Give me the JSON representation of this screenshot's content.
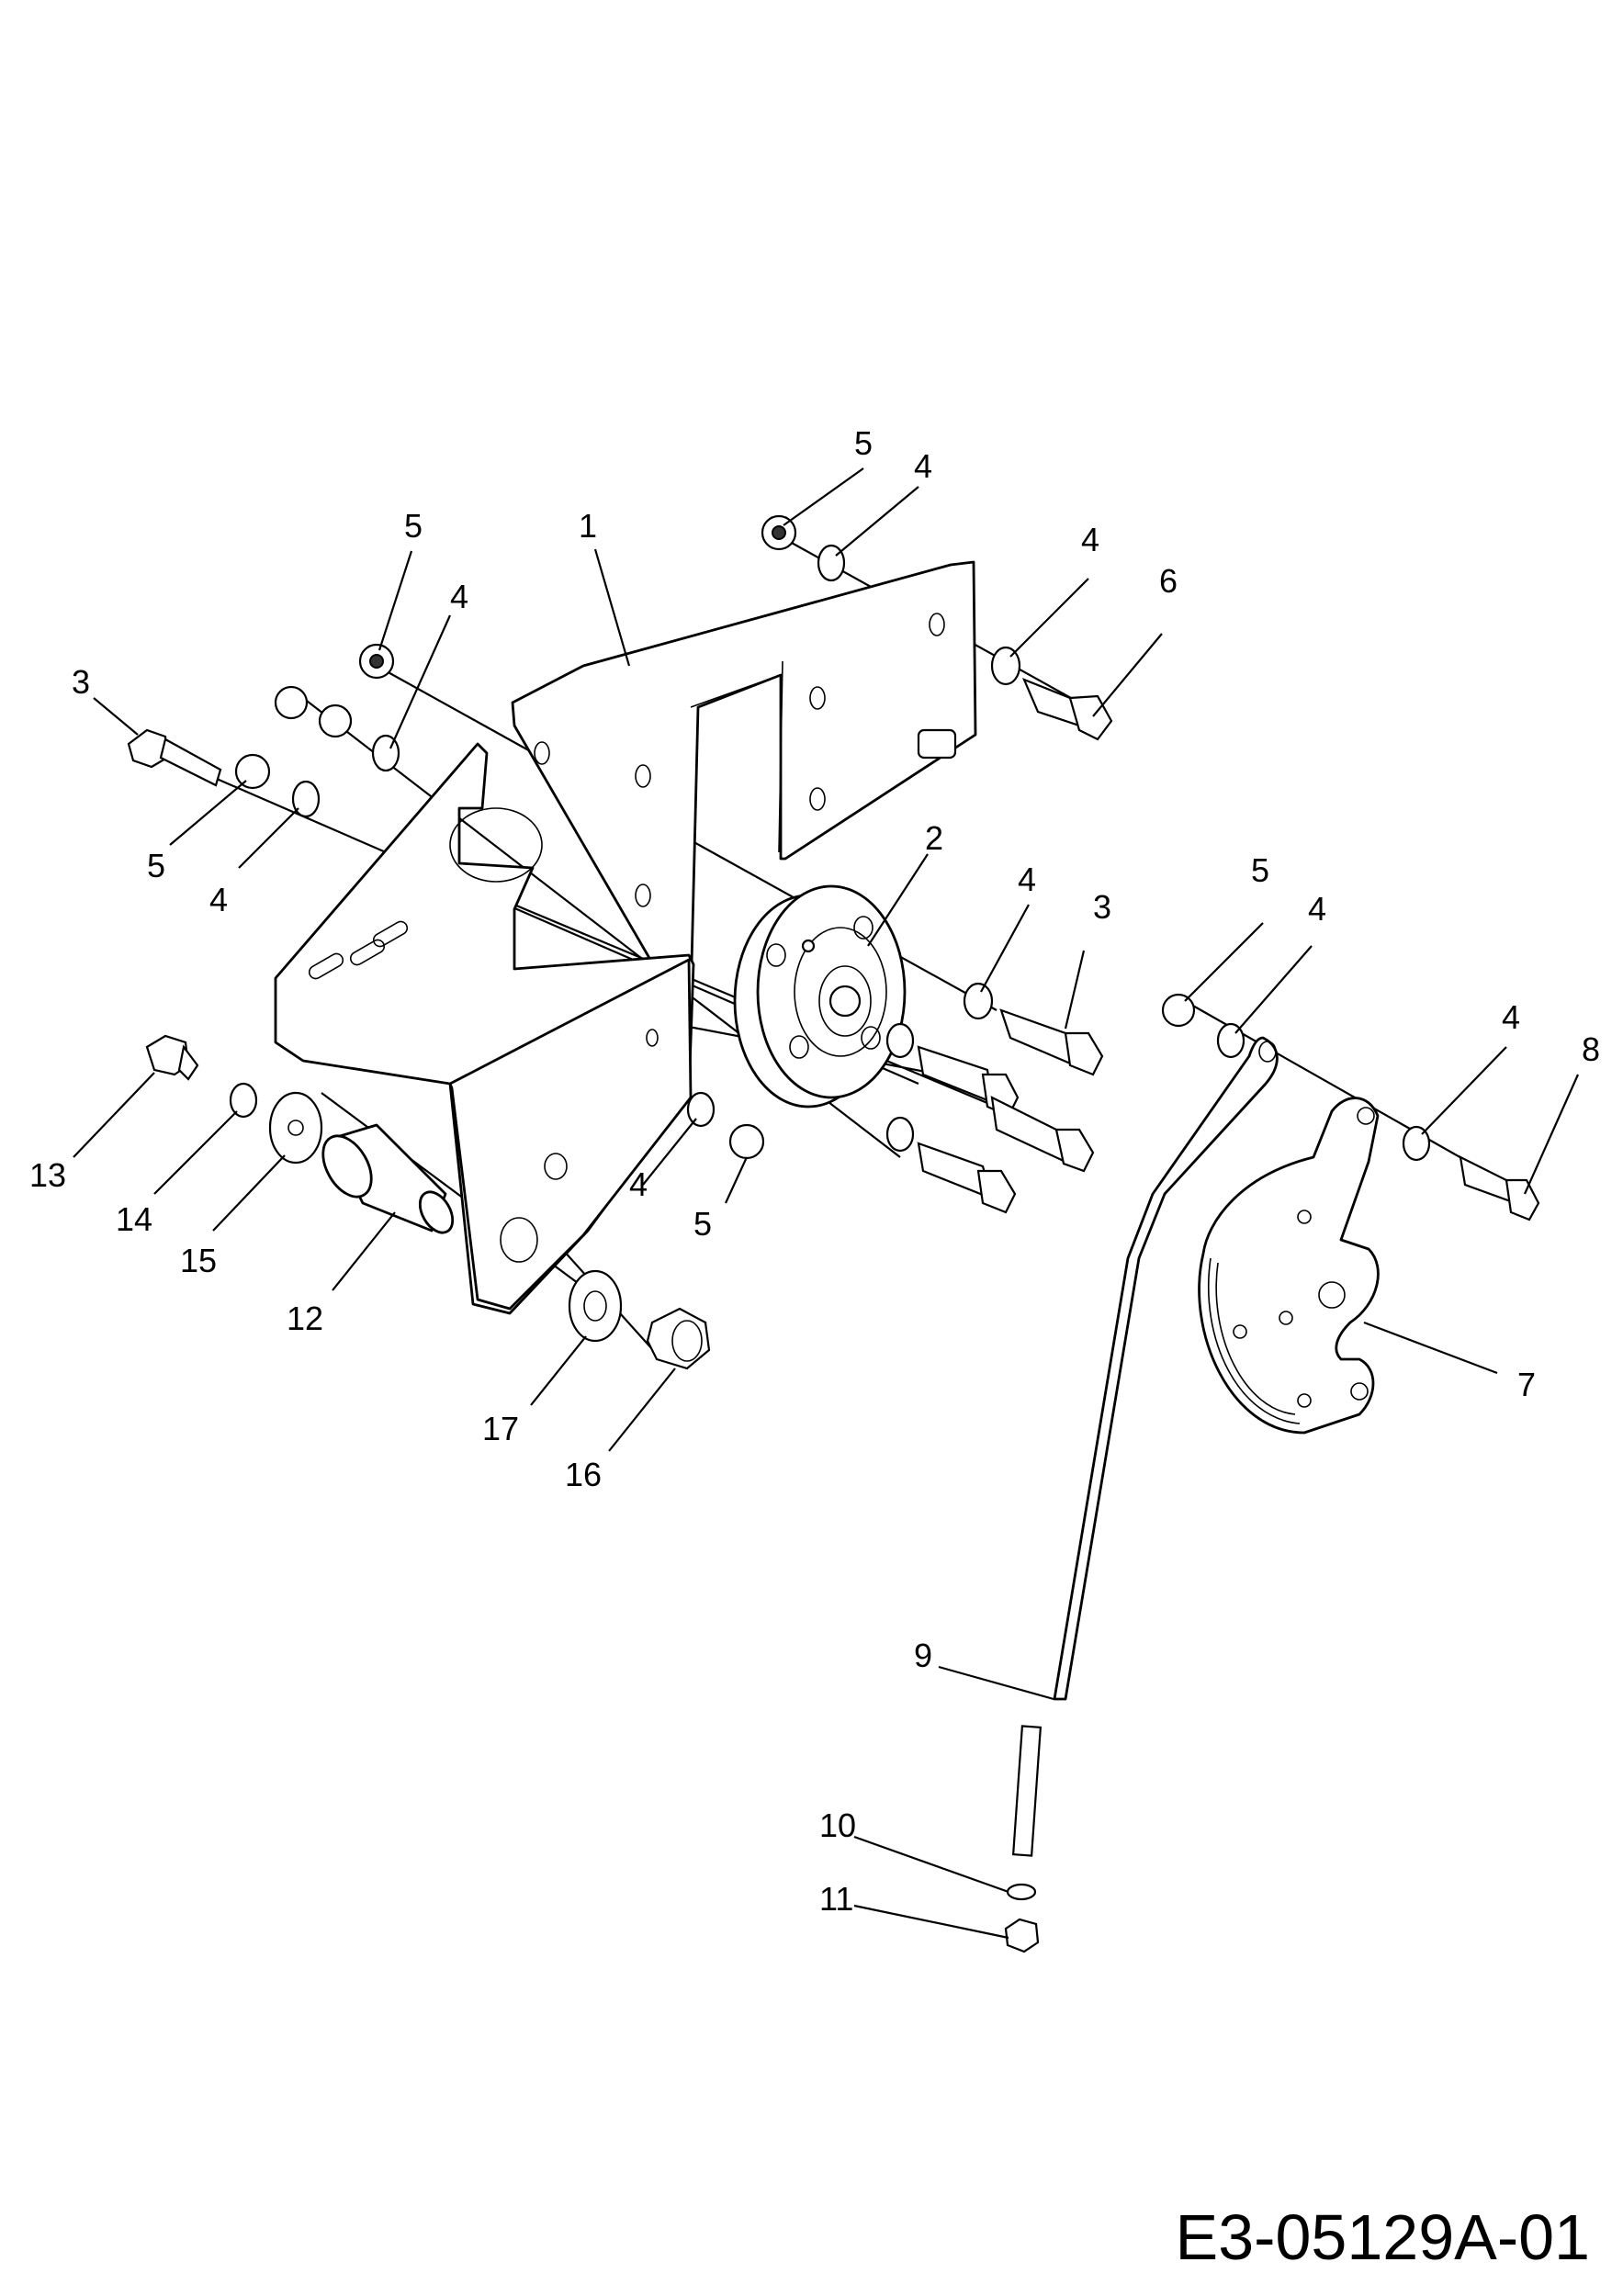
{
  "drawing_number": "E3-05129A-01",
  "callouts": [
    {
      "id": "c1",
      "label": "1"
    },
    {
      "id": "c2",
      "label": "2"
    },
    {
      "id": "c3a",
      "label": "3"
    },
    {
      "id": "c3b",
      "label": "3"
    },
    {
      "id": "c4a",
      "label": "4"
    },
    {
      "id": "c4b",
      "label": "4"
    },
    {
      "id": "c4c",
      "label": "4"
    },
    {
      "id": "c4d",
      "label": "4"
    },
    {
      "id": "c4e",
      "label": "4"
    },
    {
      "id": "c4f",
      "label": "4"
    },
    {
      "id": "c4g",
      "label": "4"
    },
    {
      "id": "c4h",
      "label": "4"
    },
    {
      "id": "c5a",
      "label": "5"
    },
    {
      "id": "c5b",
      "label": "5"
    },
    {
      "id": "c5c",
      "label": "5"
    },
    {
      "id": "c5d",
      "label": "5"
    },
    {
      "id": "c5e",
      "label": "5"
    },
    {
      "id": "c6",
      "label": "6"
    },
    {
      "id": "c7",
      "label": "7"
    },
    {
      "id": "c8",
      "label": "8"
    },
    {
      "id": "c9",
      "label": "9"
    },
    {
      "id": "c10",
      "label": "10"
    },
    {
      "id": "c11",
      "label": "11"
    },
    {
      "id": "c12",
      "label": "12"
    },
    {
      "id": "c13",
      "label": "13"
    },
    {
      "id": "c14",
      "label": "14"
    },
    {
      "id": "c15",
      "label": "15"
    },
    {
      "id": "c16",
      "label": "16"
    },
    {
      "id": "c17",
      "label": "17"
    }
  ]
}
